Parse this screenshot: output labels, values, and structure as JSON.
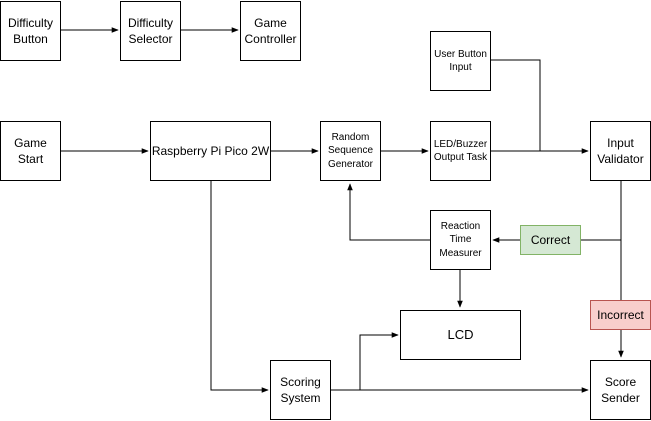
{
  "nodes": {
    "difficulty_button": "Difficulty\nButton",
    "difficulty_selector": "Difficulty\nSelector",
    "game_controller": "Game\nController",
    "user_button_input": "User Button\nInput",
    "game_start": "Game\nStart",
    "raspberry_pi": "Raspberry Pi Pico 2W",
    "random_sequence_generator": "Random\nSequence\nGenerator",
    "led_buzzer_output": "LED/Buzzer\nOutput Task",
    "input_validator": "Input\nValidator",
    "reaction_time_measurer": "Reaction\nTime\nMeasurer",
    "correct": "Correct",
    "incorrect": "Incorrect",
    "lcd": "LCD",
    "scoring_system": "Scoring\nSystem",
    "score_sender": "Score\nSender"
  },
  "colors": {
    "correct_fill": "#d5e8d4",
    "correct_border": "#82b366",
    "incorrect_fill": "#f8cecc",
    "incorrect_border": "#b85450",
    "line": "#000000"
  }
}
